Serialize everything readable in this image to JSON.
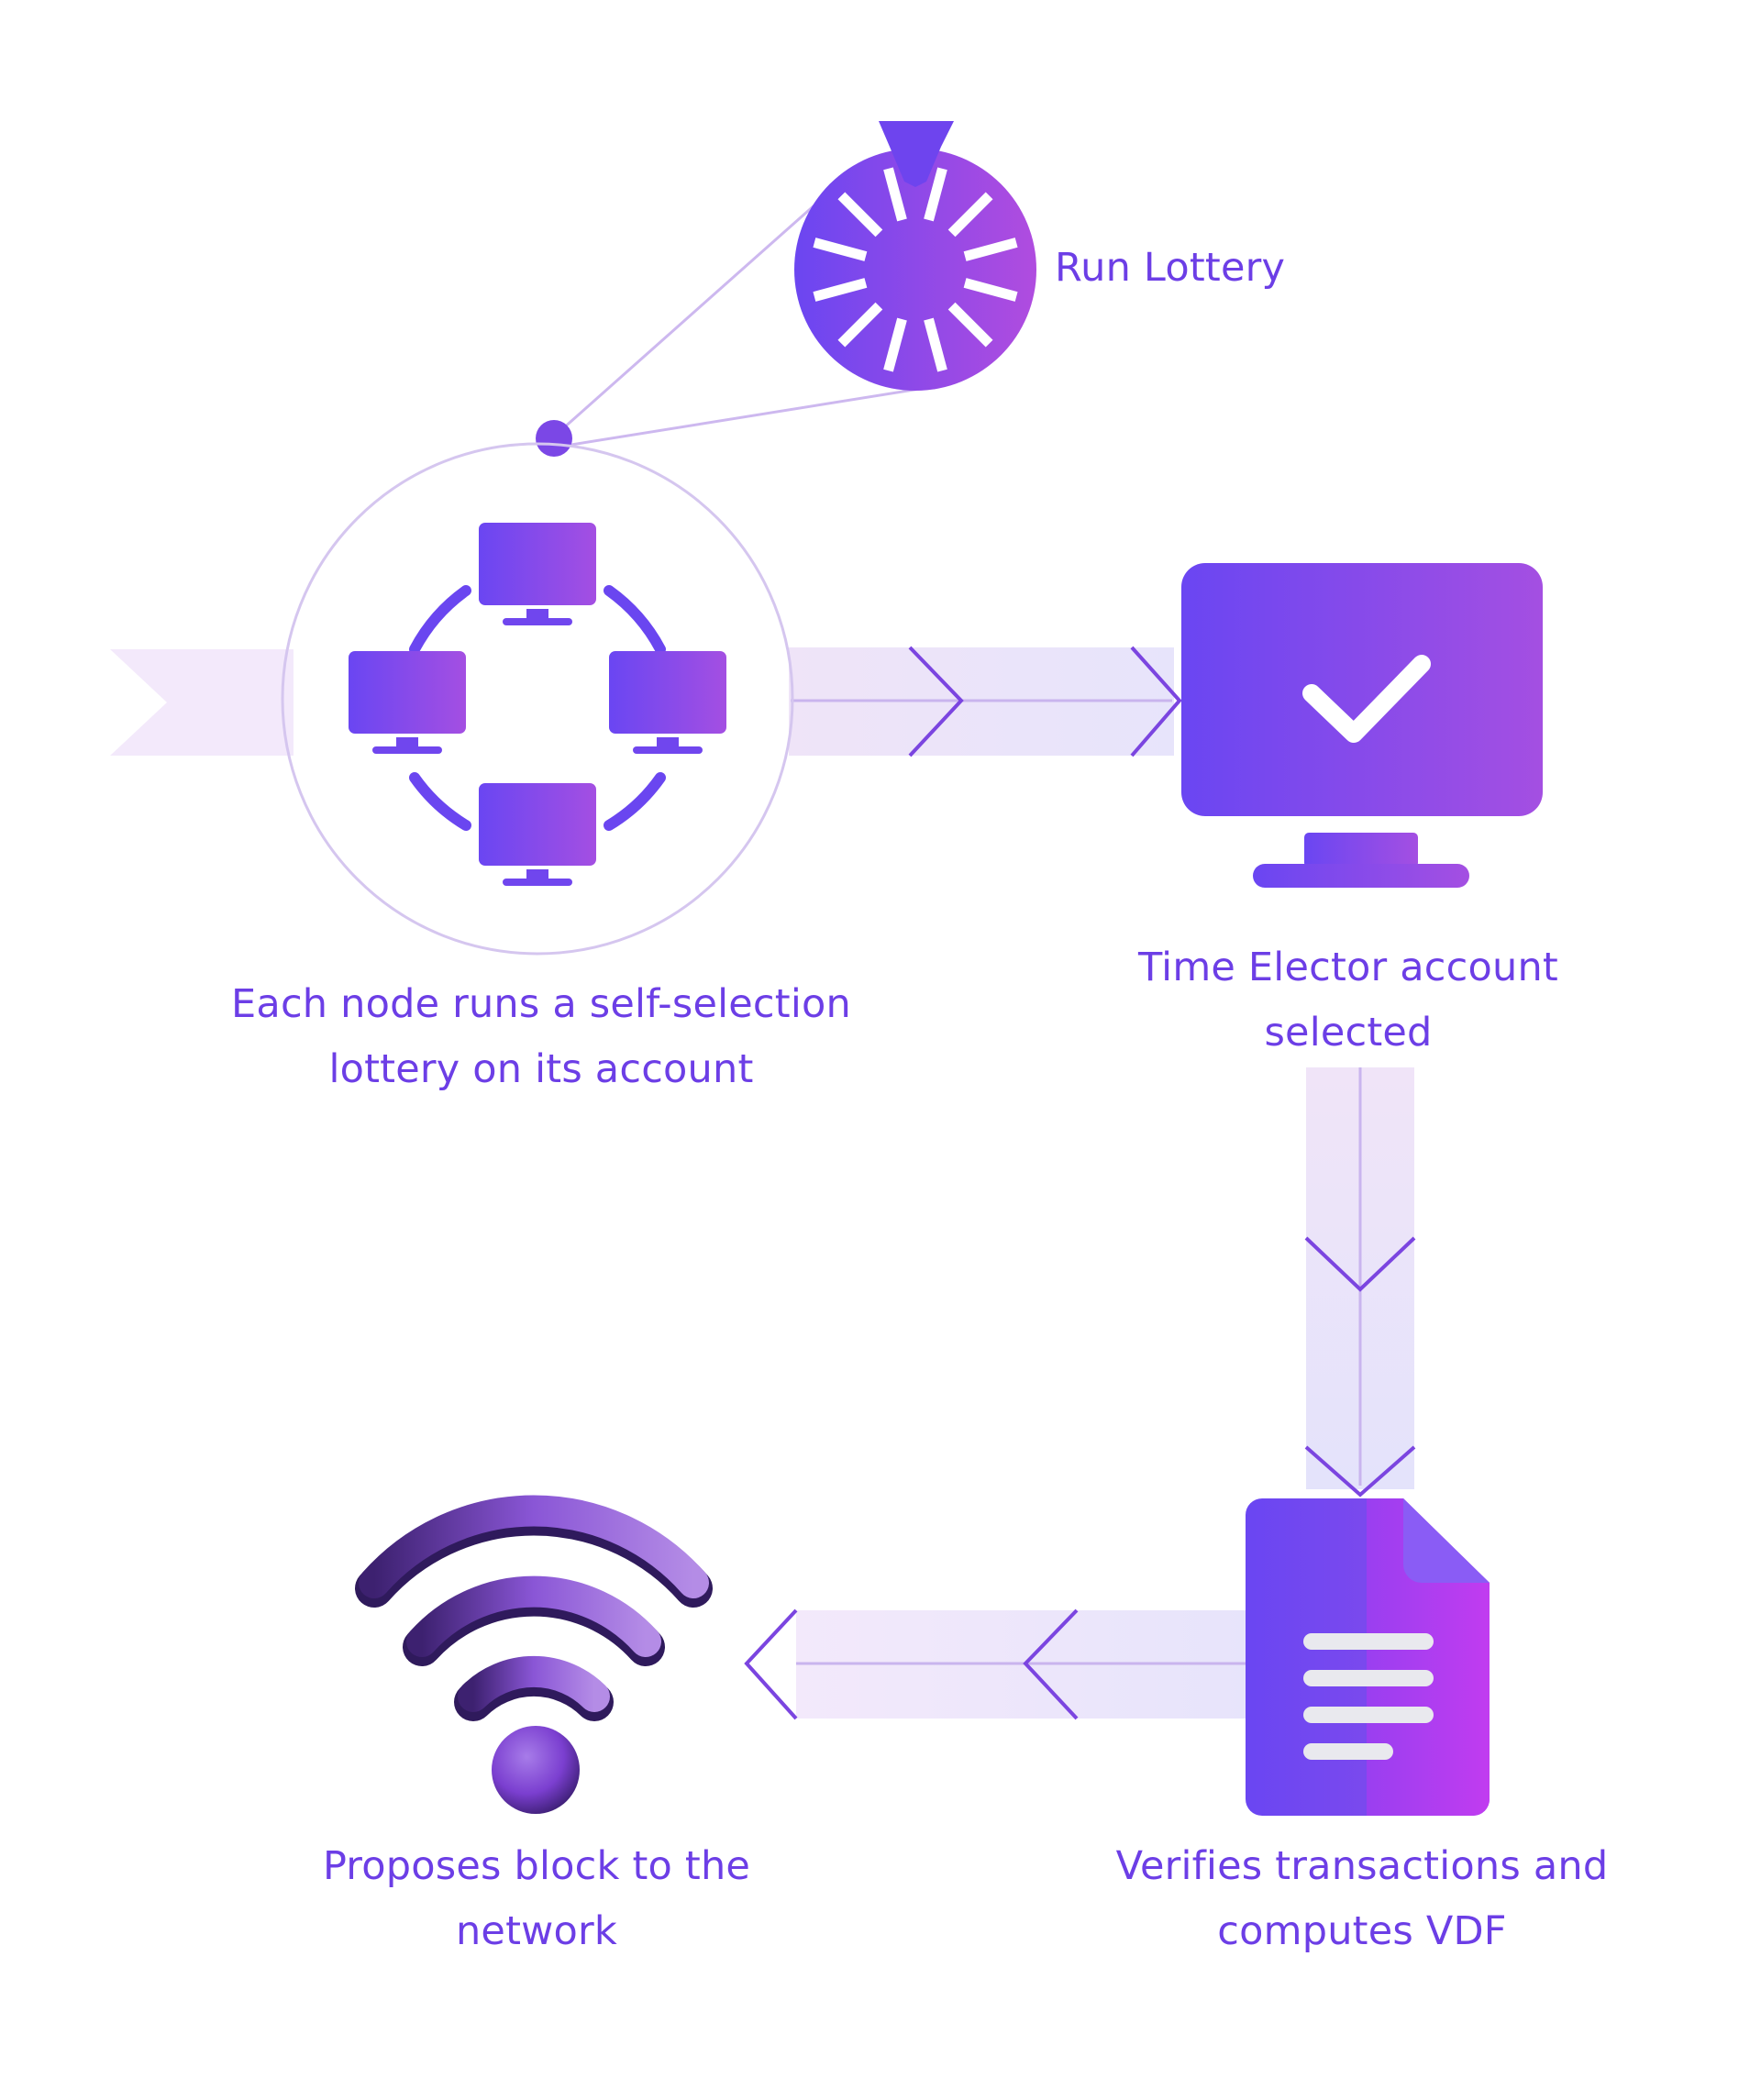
{
  "labels": {
    "run_lottery": "Run Lottery",
    "self_selection": [
      "Each node runs a self-selection",
      "lottery on its account"
    ],
    "time_elector": [
      "Time Elector account",
      "selected"
    ],
    "proposes_block": [
      "Proposes block to the",
      "network"
    ],
    "verifies": [
      "Verifies transactions and",
      "computes VDF"
    ]
  },
  "colors": {
    "primary": "#6b45f0",
    "secondary": "#a74ee3",
    "text": "#6c3ee6",
    "flow_band": "#ece5fa",
    "flow_chevron": "#7b45e0",
    "outline": "#d5c6ef"
  },
  "icons": [
    "lottery-wheel-icon",
    "node-network-icon",
    "monitor-check-icon",
    "document-icon",
    "wifi-signal-icon"
  ]
}
